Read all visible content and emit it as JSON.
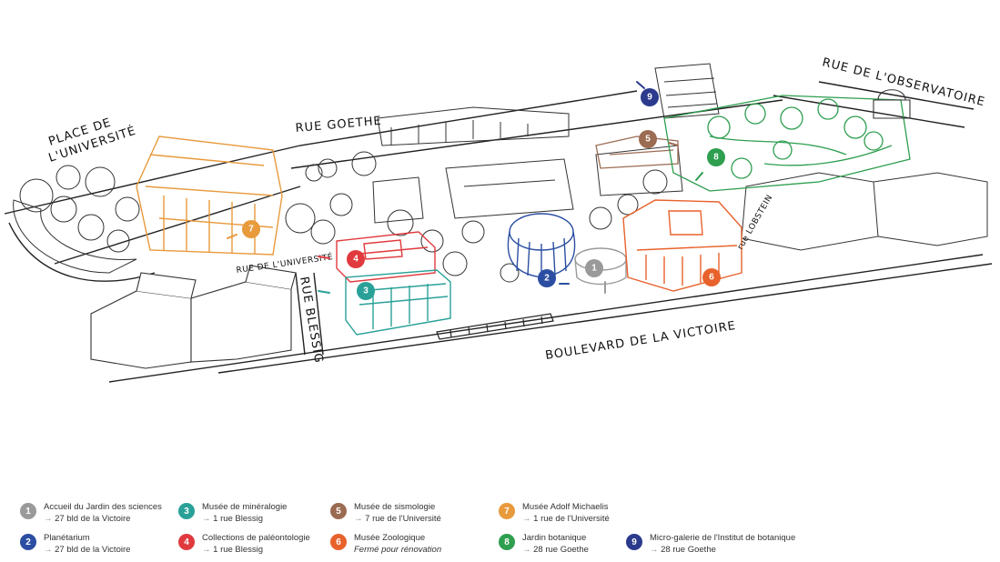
{
  "colors": {
    "c1": "#9a9a9a",
    "c2": "#2b4ea2",
    "c3": "#2aa198",
    "c4": "#e03a3e",
    "c5": "#9b6b52",
    "c6": "#e8622c",
    "c7": "#e89a3c",
    "c8": "#2e9e4f",
    "c9": "#2b3a8c"
  },
  "streets": {
    "place_universite_1": "PLACE DE",
    "place_universite_2": "L'UNIVERSITÉ",
    "rue_goethe": "RUE GOETHE",
    "rue_observatoire": "RUE DE L'OBSERVATOIRE",
    "rue_universite": "RUE DE L'UNIVERSITÉ",
    "rue_blessig": "RUE BLESSIG",
    "boulevard_victoire": "BOULEVARD DE LA VICTOIRE",
    "rue_lobstein": "rue LOBSTEIN"
  },
  "markers": [
    "1",
    "2",
    "3",
    "4",
    "5",
    "6",
    "7",
    "8",
    "9"
  ],
  "legend": [
    {
      "num": "1",
      "name": "Accueil du Jardin des sciences",
      "addr": "27 bld de la Victoire",
      "italic": false
    },
    {
      "num": "2",
      "name": "Planétarium",
      "addr": "27 bld de la Victoire",
      "italic": false
    },
    {
      "num": "3",
      "name": "Musée de minéralogie",
      "addr": "1 rue Blessig",
      "italic": false
    },
    {
      "num": "4",
      "name": "Collections de paléontologie",
      "addr": "1 rue Blessig",
      "italic": false
    },
    {
      "num": "5",
      "name": "Musée de sismologie",
      "addr": "7 rue de l'Université",
      "italic": false
    },
    {
      "num": "6",
      "name": "Musée Zoologique",
      "addr": "Fermé pour rénovation",
      "italic": true
    },
    {
      "num": "7",
      "name": "Musée Adolf Michaelis",
      "addr": "1 rue de l'Université",
      "italic": false
    },
    {
      "num": "8",
      "name": "Jardin botanique",
      "addr": "28 rue Goethe",
      "italic": false
    },
    {
      "num": "9",
      "name": "Micro-galerie de l'Institut de botanique",
      "addr": "28 rue Goethe",
      "italic": false
    }
  ]
}
